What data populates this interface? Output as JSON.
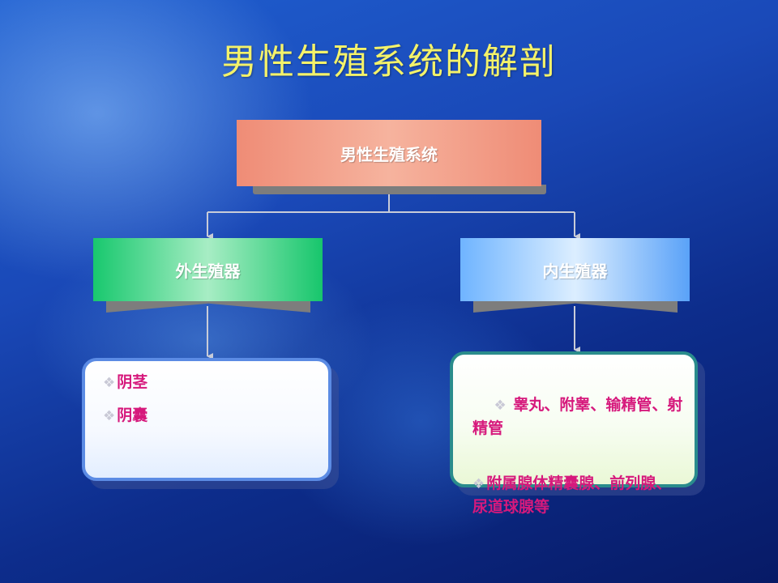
{
  "title": "男性生殖系统的解剖",
  "root": {
    "label": "男性生殖系统"
  },
  "branches": [
    {
      "label": "外生殖器",
      "items": [
        "阴茎",
        "阴囊"
      ]
    },
    {
      "label": "内生殖器",
      "items": [
        " 睾丸、附睾、输精管、射精管",
        "附属腺体精囊腺、前列腺、尿道球腺等"
      ]
    }
  ],
  "bullet_glyph": "❖",
  "colors": {
    "title": "#f4f26a",
    "item_text": "#d6197c",
    "root_box": "#ef8c76",
    "external_box": "#18c86e",
    "internal_box": "#6fb4ff",
    "connector": "#c8ccd8"
  }
}
